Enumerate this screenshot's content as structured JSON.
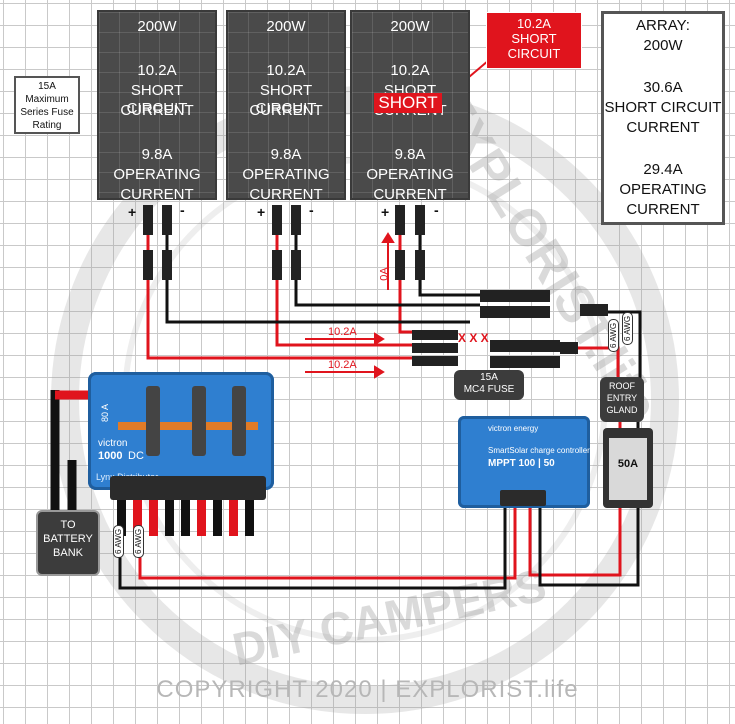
{
  "panels": [
    {
      "watts": "200W",
      "sc_value": "10.2A",
      "sc_line1": "SHORT CIRCUIT",
      "sc_line2": "CURRENT",
      "op_value": "9.8A",
      "op_line1": "OPERATING",
      "op_line2": "CURRENT"
    },
    {
      "watts": "200W",
      "sc_value": "10.2A",
      "sc_line1": "SHORT CIRCUIT",
      "sc_line2": "CURRENT",
      "op_value": "9.8A",
      "op_line1": "OPERATING",
      "op_line2": "CURRENT"
    },
    {
      "watts": "200W",
      "sc_value": "10.2A",
      "sc_line1": "SHORT CIRCUIT",
      "sc_line2": "CURRENT",
      "op_value": "9.8A",
      "op_line1": "OPERATING",
      "op_line2": "CURRENT"
    }
  ],
  "polarity": {
    "plus": "+",
    "minus": "-"
  },
  "short_badge": "SHORT",
  "short_callout": {
    "line1": "10.2A",
    "line2": "SHORT",
    "line3": "CIRCUIT"
  },
  "fuse_rating_note": {
    "line1": "15A",
    "line2": "Maximum",
    "line3": "Series Fuse",
    "line4": "Rating"
  },
  "array_summary": {
    "title": "ARRAY:",
    "watts": "200W",
    "sc_value": "30.6A",
    "sc_line1": "SHORT CIRCUIT",
    "sc_line2": "CURRENT",
    "op_value": "29.4A",
    "op_line1": "OPERATING",
    "op_line2": "CURRENT"
  },
  "flow_labels": {
    "upper": "10.2A",
    "lower": "10.2A",
    "zero": "0A"
  },
  "mc4_fuse": {
    "line1": "15A",
    "line2": "MC4 FUSE"
  },
  "blown_marks": "X X X",
  "roof_gland": {
    "line1": "ROOF",
    "line2": "ENTRY",
    "line3": "GLAND"
  },
  "breaker_label": "50A",
  "battery_box": {
    "line1": "TO",
    "line2": "BATTERY",
    "line3": "BANK"
  },
  "wire_sizes": {
    "pv_pos": "6 AWG",
    "pv_neg": "6 AWG",
    "bat_pos": "6 AWG",
    "bat_neg": "6 AWG"
  },
  "busbar": {
    "brand": "victron",
    "product": "Lynx Distributor",
    "rating": "1000",
    "unit": "DC",
    "fuse": "80 A"
  },
  "controller": {
    "brand": "victron energy",
    "line1": "SmartSolar charge controller",
    "model": "MPPT 100 | 50"
  },
  "watermark": {
    "big": "EXPLORIST.life",
    "sub": "DIY CAMPERS"
  },
  "footer": "COPYRIGHT 2020 | EXPLORIST.life",
  "colors": {
    "positive": "#e0141d",
    "negative": "#111111",
    "panel": "#4a4a4a",
    "victron_blue": "#2f7fd0"
  }
}
